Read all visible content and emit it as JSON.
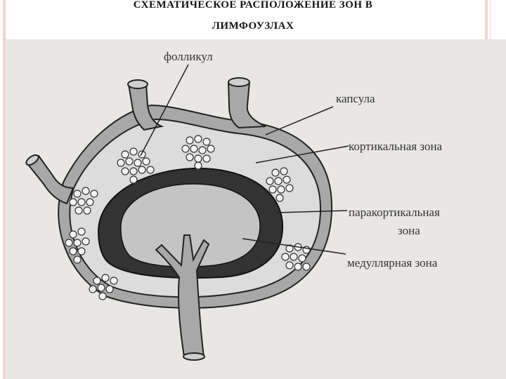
{
  "slide": {
    "title_line1": "СХЕМАТИЧЕСКОЕ РАСПОЛОЖЕНИЕ ЗОН В",
    "title_line2": "ЛИМФОУЗЛАХ"
  },
  "diagram": {
    "labels": {
      "follicle": "фолликул",
      "capsule": "капсула",
      "cortical": "кортикальная зона",
      "paracortical_1": "паракортикальная",
      "paracortical_2": "зона",
      "medullary": "медуллярная зона"
    }
  }
}
